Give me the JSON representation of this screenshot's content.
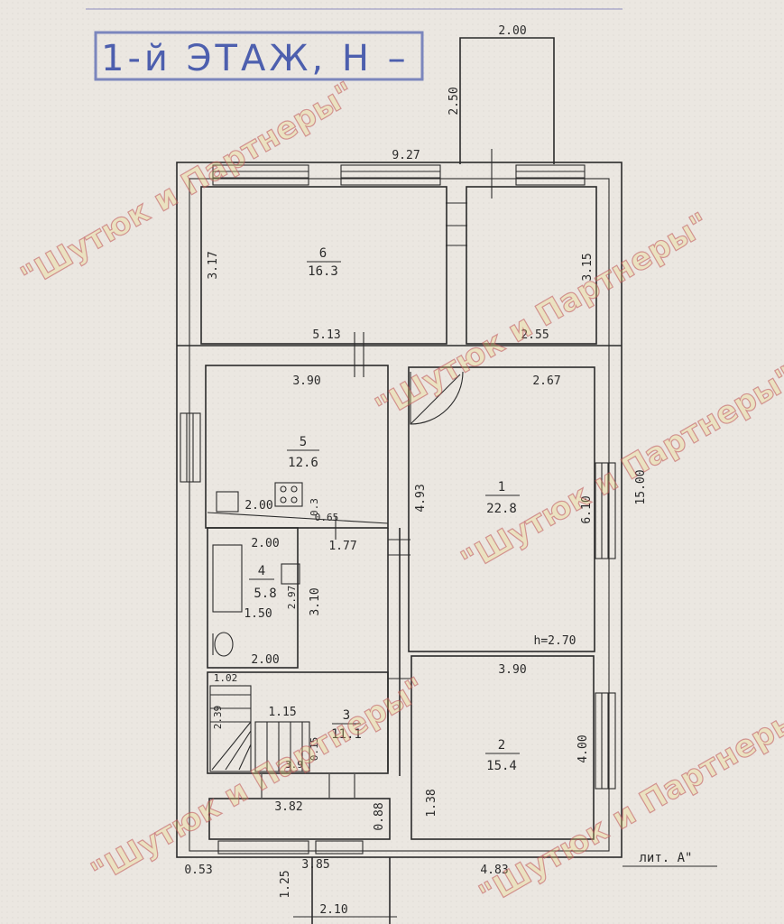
{
  "title_stamp": "1-й ЭТАЖ, Н –",
  "watermark": "\"Шутюк и Партнеры\"",
  "rooms": [
    {
      "number": "6",
      "area": "16.3"
    },
    {
      "number": "5",
      "area": "12.6"
    },
    {
      "number": "1",
      "area": "22.8"
    },
    {
      "number": "4",
      "area": "5.8"
    },
    {
      "number": "3",
      "area": "11.1"
    },
    {
      "number": "2",
      "area": "15.4"
    }
  ],
  "dimensions": {
    "porch_top_width": "2.00",
    "porch_top_depth": "2.50",
    "top_length": "9.27",
    "room6_height": "3.17",
    "right_top_height": "3.15",
    "room6_width": "5.13",
    "right_top_width": "2.55",
    "room5_width": "3.90",
    "room1_width": "2.67",
    "room1_height_left": "4.93",
    "room1_height_right": "6.10",
    "total_right": "15.00",
    "kitchen_a": "2.00",
    "kitchen_b": "0.3",
    "kitchen_c": "0.65",
    "room4_width": "2.00",
    "hall_width": "1.77",
    "room4_height": "2.97",
    "hall_height": "3.10",
    "bath_width": "1.50",
    "room4_bottom": "2.00",
    "ceiling_height": "h=2.70",
    "room2_width": "3.90",
    "stair_width": "1.02",
    "stair_len": "2.39",
    "stair_step": "1.15",
    "stair_small": "0.15",
    "stair_b": "3.9",
    "room2_height": "4.00",
    "room2_side": "1.38",
    "vestibule_width": "3.82",
    "vestibule_depth": "0.88",
    "wall_thickness": "0.53",
    "bottom_left": "3.85",
    "bottom_right": "4.83",
    "entry_depth": "1.25",
    "entry_width": "2.10"
  },
  "sheet_note": "лит. А\""
}
